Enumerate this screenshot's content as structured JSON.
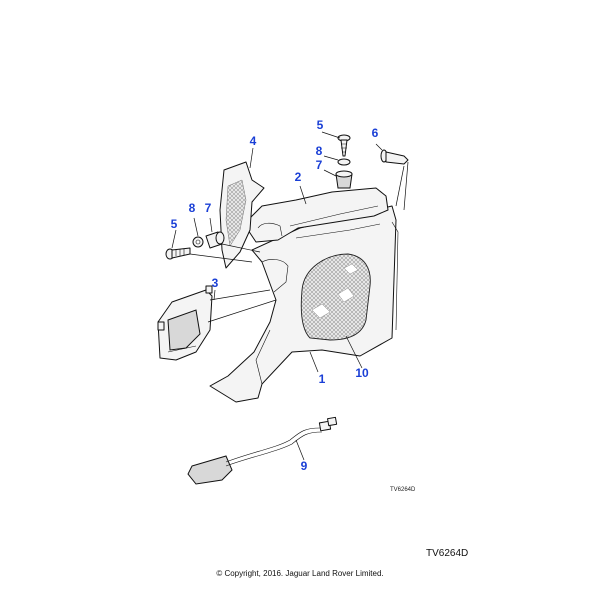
{
  "diagram": {
    "callouts": [
      {
        "id": "1",
        "label": "1"
      },
      {
        "id": "2",
        "label": "2"
      },
      {
        "id": "3",
        "label": "3"
      },
      {
        "id": "4",
        "label": "4"
      },
      {
        "id": "5a",
        "label": "5"
      },
      {
        "id": "5b",
        "label": "5"
      },
      {
        "id": "6",
        "label": "6"
      },
      {
        "id": "7a",
        "label": "7"
      },
      {
        "id": "7b",
        "label": "7"
      },
      {
        "id": "8a",
        "label": "8"
      },
      {
        "id": "8b",
        "label": "8"
      },
      {
        "id": "9",
        "label": "9"
      },
      {
        "id": "10",
        "label": "10"
      }
    ],
    "inner_reference": "TV6264D",
    "reference_code": "TV6264D",
    "copyright": "© Copyright, 2016. Jaguar Land Rover Limited.",
    "callout_color": "#1a3fd6"
  }
}
